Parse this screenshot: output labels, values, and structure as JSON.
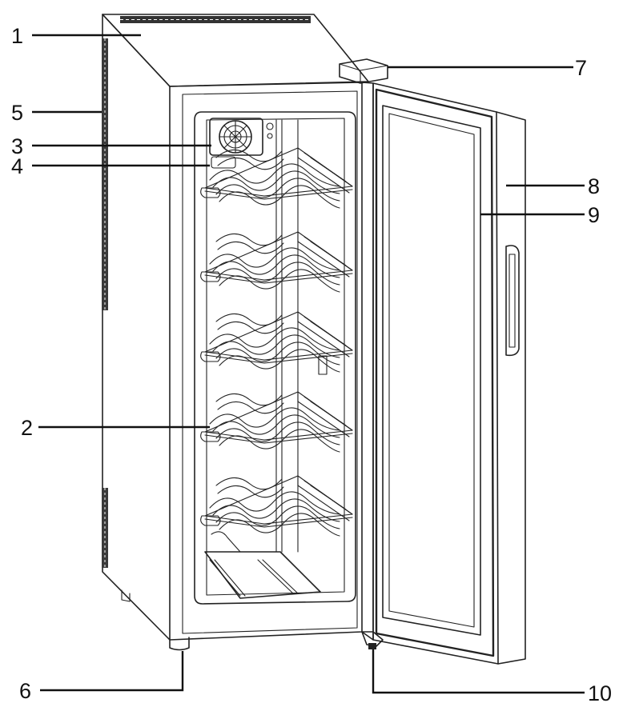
{
  "callouts": {
    "c1": "1",
    "c2": "2",
    "c3": "3",
    "c4": "4",
    "c5": "5",
    "c6": "6",
    "c7": "7",
    "c8": "8",
    "c9": "9",
    "c10": "10"
  },
  "colors": {
    "line": "#222222",
    "background": "#ffffff"
  }
}
